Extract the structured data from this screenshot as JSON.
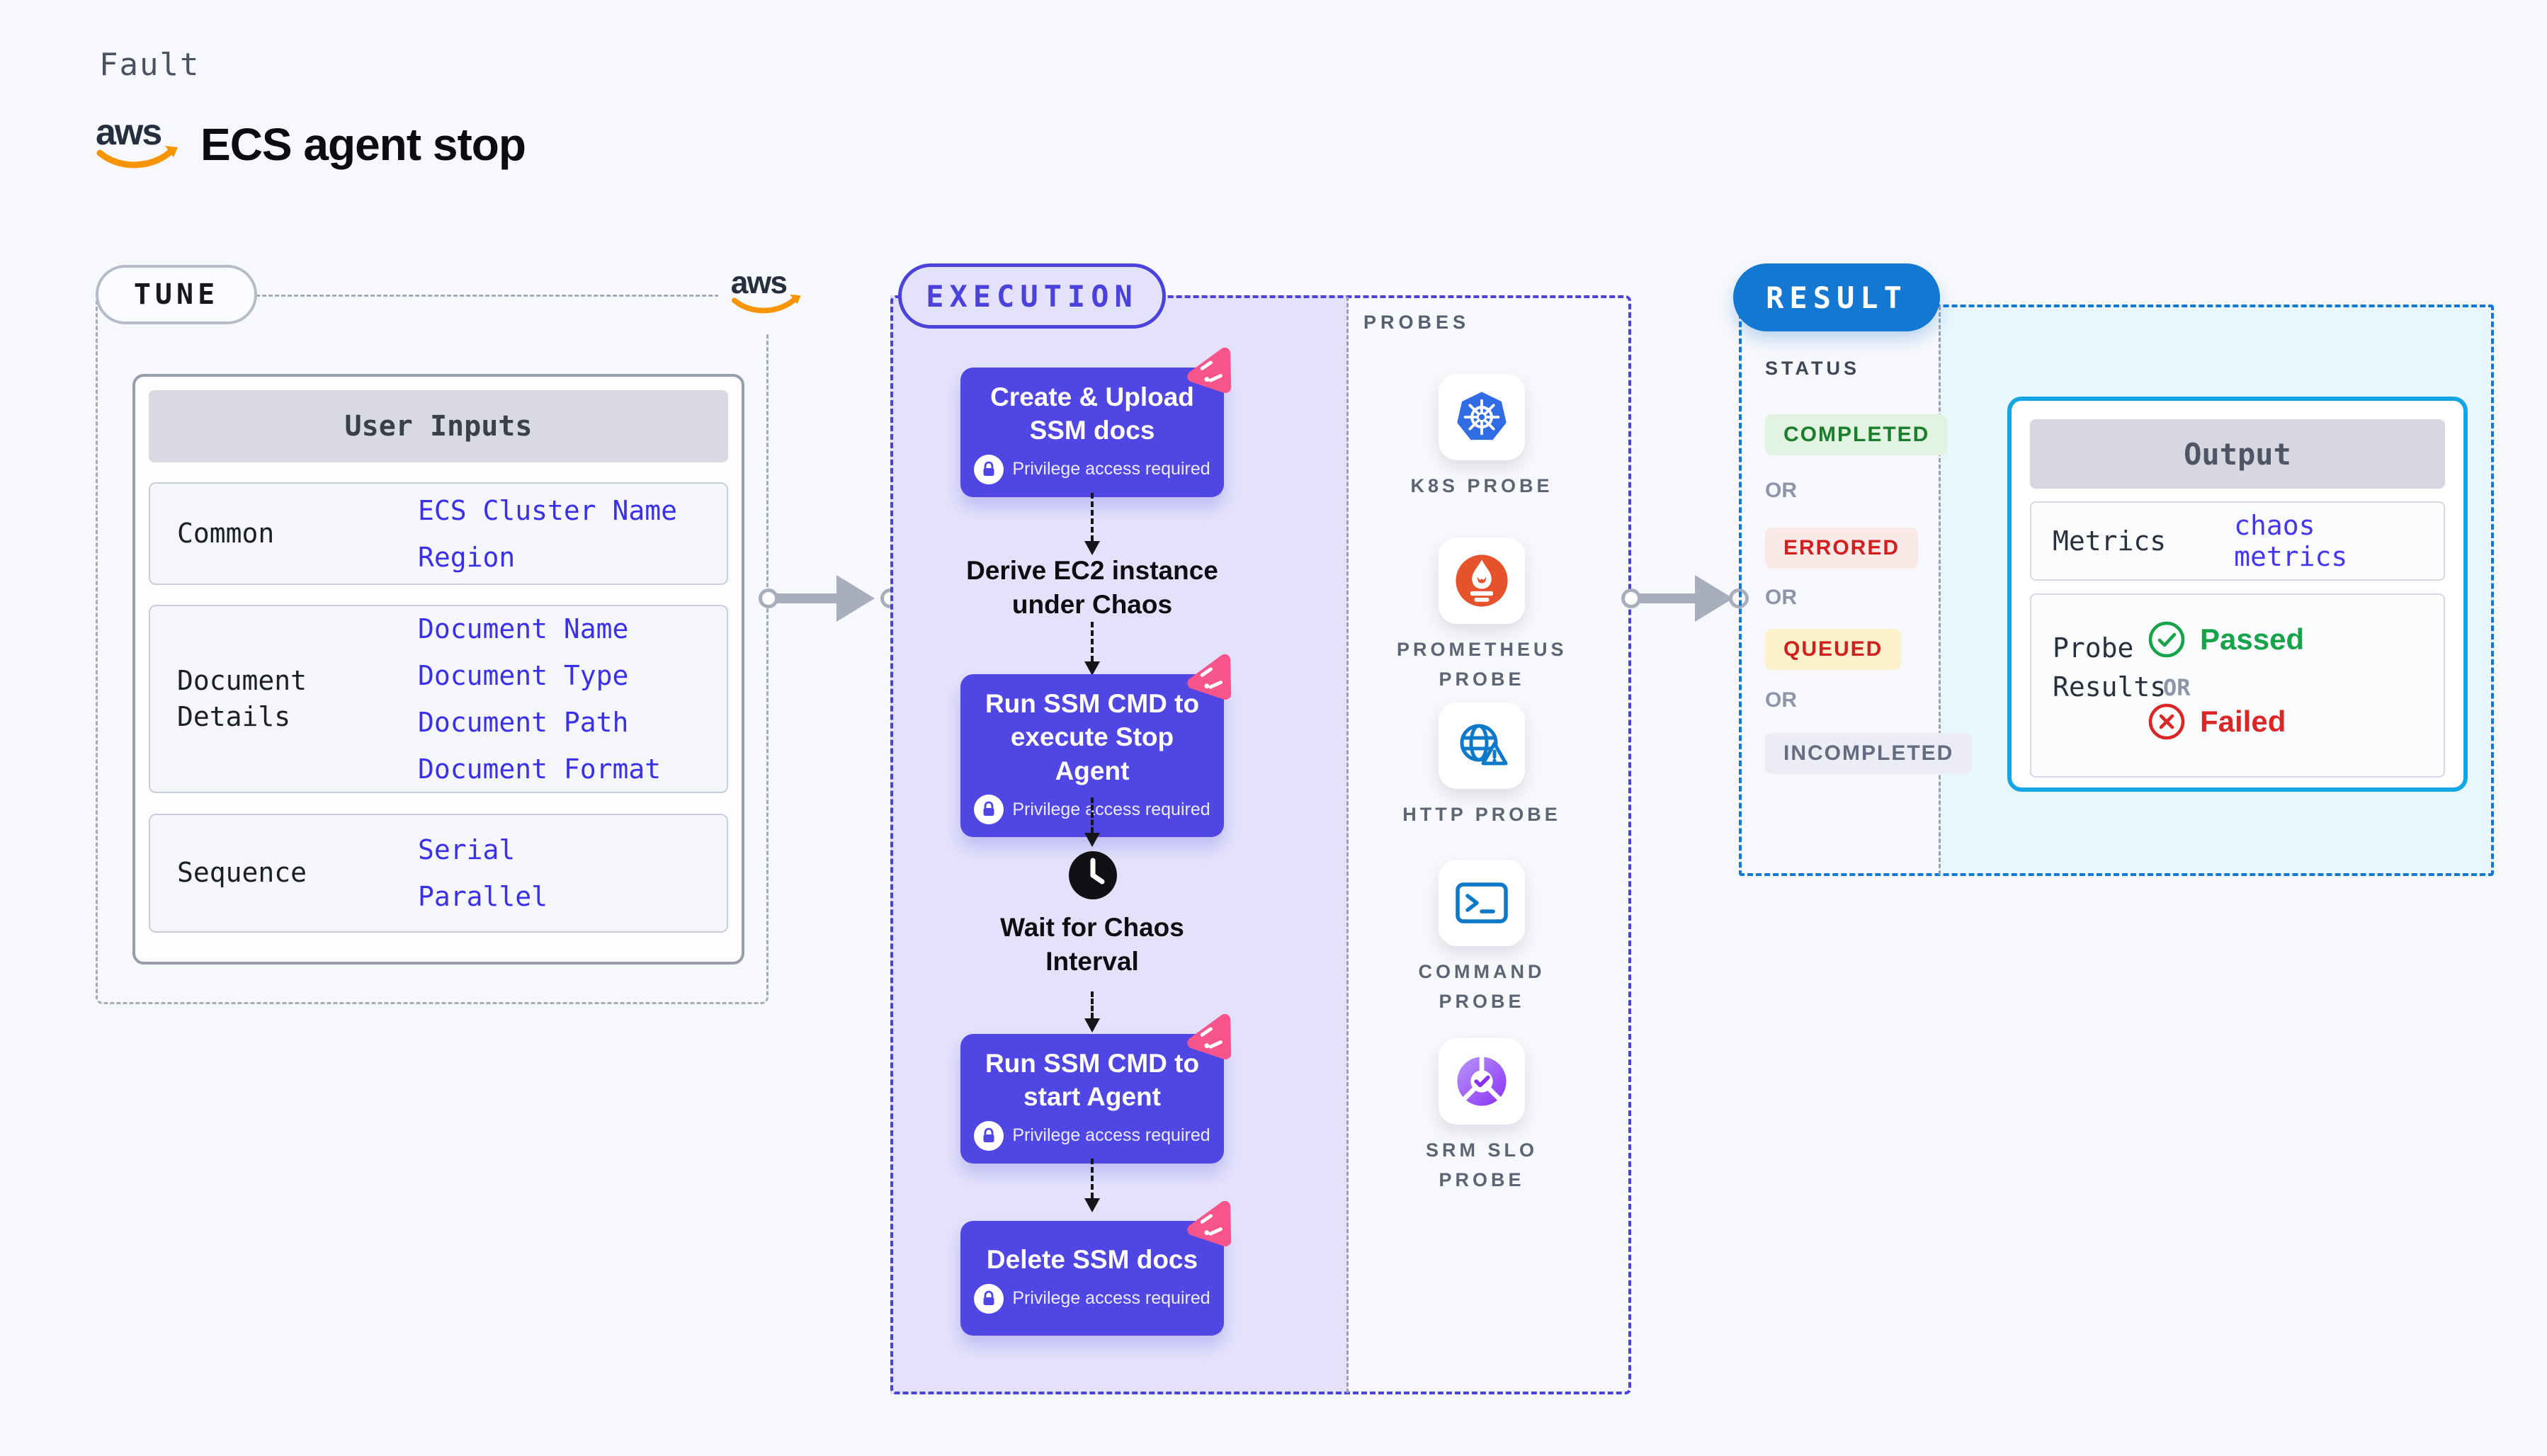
{
  "header": {
    "fault_label": "Fault",
    "title": "ECS agent stop",
    "aws_word": "aws"
  },
  "tune": {
    "pill": "TUNE",
    "aws_word": "aws",
    "user_inputs": {
      "header": "User Inputs",
      "rows": [
        {
          "label": "Common",
          "links": [
            "ECS Cluster Name",
            "Region"
          ]
        },
        {
          "label": "Document Details",
          "links": [
            "Document Name",
            "Document Type",
            "Document Path",
            "Document Format"
          ]
        },
        {
          "label": "Sequence",
          "links": [
            "Serial",
            "Parallel"
          ]
        }
      ]
    }
  },
  "execution": {
    "pill": "EXECUTION",
    "steps": {
      "create": {
        "label": "Create & Upload SSM docs",
        "note": "Privilege access required"
      },
      "derive": {
        "label": "Derive EC2 instance under Chaos"
      },
      "stop": {
        "label": "Run SSM CMD to execute Stop Agent",
        "note": "Privilege access required"
      },
      "wait": {
        "label": "Wait for Chaos Interval"
      },
      "start": {
        "label": "Run SSM CMD to start Agent",
        "note": "Privilege access required"
      },
      "delete": {
        "label": "Delete SSM docs",
        "note": "Privilege access required"
      }
    }
  },
  "probes": {
    "title": "PROBES",
    "items": [
      {
        "name": "K8S PROBE",
        "icon": "kubernetes-icon"
      },
      {
        "name": "PROMETHEUS PROBE",
        "icon": "prometheus-icon"
      },
      {
        "name": "HTTP PROBE",
        "icon": "http-globe-warning-icon"
      },
      {
        "name": "COMMAND PROBE",
        "icon": "terminal-icon"
      },
      {
        "name": "SRM SLO PROBE",
        "icon": "slo-pie-check-icon"
      }
    ]
  },
  "result": {
    "pill": "RESULT",
    "status": {
      "title": "STATUS",
      "or": "OR",
      "badges": [
        {
          "label": "COMPLETED"
        },
        {
          "label": "ERRORED"
        },
        {
          "label": "QUEUED"
        },
        {
          "label": "INCOMPLETED"
        }
      ]
    },
    "output": {
      "header": "Output",
      "metrics_label": "Metrics",
      "metrics_link": "chaos metrics",
      "probe_results_label": "Probe Results",
      "passed": "Passed",
      "or": "OR",
      "failed": "Failed"
    }
  },
  "colors": {
    "page_bg": "#f7f8fb",
    "ink": "#0c0d10",
    "gray_text": "#4a5160",
    "dash_gray": "#a6abb8",
    "arrow_gray": "#a9aebc",
    "link_blue": "#3a30ea",
    "indigo": "#4b42dc",
    "node_indigo": "#5046e4",
    "lavender": "#e4e2fb",
    "pink": "#f8548c",
    "azure": "#1478d3",
    "cyan_border": "#14a5e2",
    "cyan_bg": "#e8f6fd",
    "green": "#16a34a",
    "red": "#dc2626",
    "k8s_blue": "#326ce5",
    "prometheus_orange": "#e6522c",
    "probe_blue": "#0e79c9",
    "srm_purple": "#8b3df2",
    "aws_navy": "#252f3e",
    "aws_orange": "#f79400"
  }
}
